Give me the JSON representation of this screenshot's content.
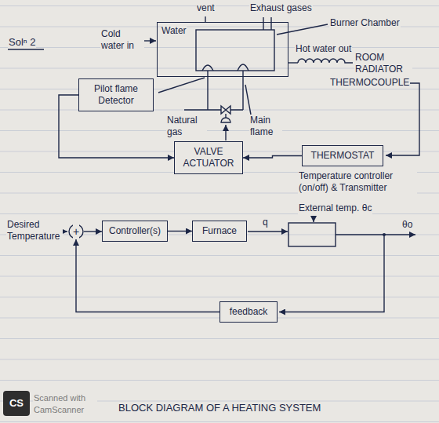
{
  "diagram": {
    "caption": "BLOCK DIAGRAM OF A HEATING SYSTEM",
    "nodes": [
      {
        "text": [
          "Water"
        ]
      },
      {
        "text": [
          "Pilot flame Detector"
        ]
      },
      {
        "text": [
          "VALVE ACTUATOR"
        ]
      },
      {
        "text": [
          "THERMOSTAT"
        ]
      },
      {
        "text": [
          "+"
        ]
      },
      {
        "text": [
          "Controller(s)"
        ]
      },
      {
        "text": [
          "Furnace"
        ]
      },
      {
        "text": [
          "feedback"
        ]
      }
    ],
    "edges": [
      {
        "from": 1,
        "to": 2,
        "arrow": "to"
      },
      {
        "from": 3,
        "to": 2,
        "arrow": "to"
      },
      {
        "from": 4,
        "to": 5,
        "arrow": "to"
      },
      {
        "from": 5,
        "to": 6,
        "arrow": "to"
      },
      {
        "from": 7,
        "to": 4,
        "arrow": "to"
      }
    ],
    "labels": [
      "Solⁿ 2",
      "vent",
      "Exhaust gases",
      "Burner Chamber",
      "Cold water in",
      "Hot water out",
      "ROOM RADIATOR",
      "THERMOCOUPLE",
      "Natural gas",
      "Main flame",
      "Temperature controller (on/off) & Transmitter",
      "Desired Temperature",
      "External temp. θc",
      "q",
      "θo",
      "CS",
      "Scanned with CamScanner"
    ]
  }
}
